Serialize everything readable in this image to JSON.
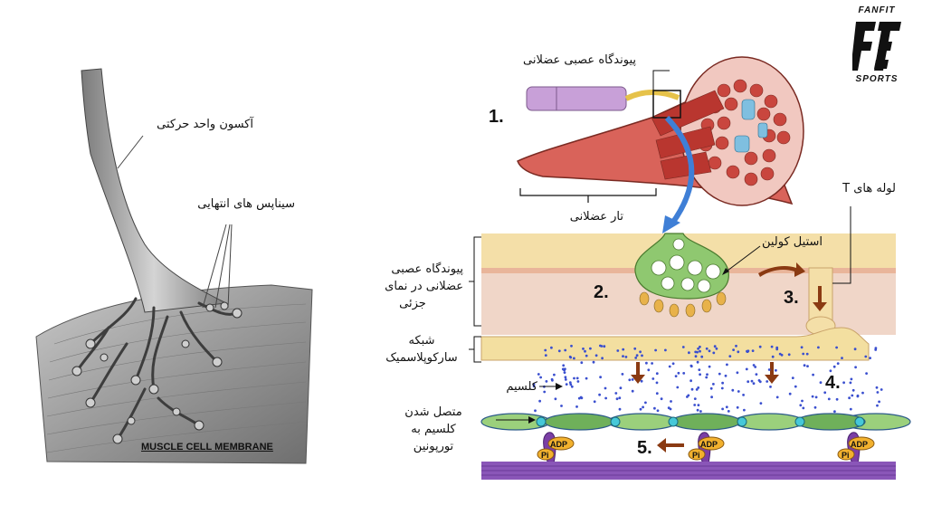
{
  "brand": {
    "top": "FANFIT",
    "bottom": "SPORTS"
  },
  "left_panel": {
    "axon_label": "آکسون واحد حرکتی",
    "synapse_label": "سیناپس های انتهایی",
    "membrane_caption": "MUSCLE CELL MEMBRANE"
  },
  "right_panel": {
    "nmj_label": "پیوندگاه عصبی عضلانی",
    "fiber_label": "تار عضلانی",
    "ttubule_label": "لوله های T",
    "ach_label": "استیل کولین",
    "nmj_detail_label": [
      "پیوندگاه عصبی",
      "عضلانی در نمای",
      "جزئی"
    ],
    "sr_label": [
      "شبکه",
      "سارکوپلاسمیک"
    ],
    "calcium_label": "کلسیم",
    "troponin_label": [
      "متصل شدن",
      "کلسیم به",
      "تورپونین"
    ],
    "steps": [
      "1.",
      "2.",
      "3.",
      "4.",
      "5."
    ],
    "adp": "ADP",
    "pi": "Pi"
  },
  "colors": {
    "muscle": "#d9635a",
    "nerve_green": "#8fc870",
    "sr": "#f3dfa0",
    "calcium": "#3a4fcf",
    "arrow": "#8a3a12",
    "myosin": "#7b3fa5"
  }
}
